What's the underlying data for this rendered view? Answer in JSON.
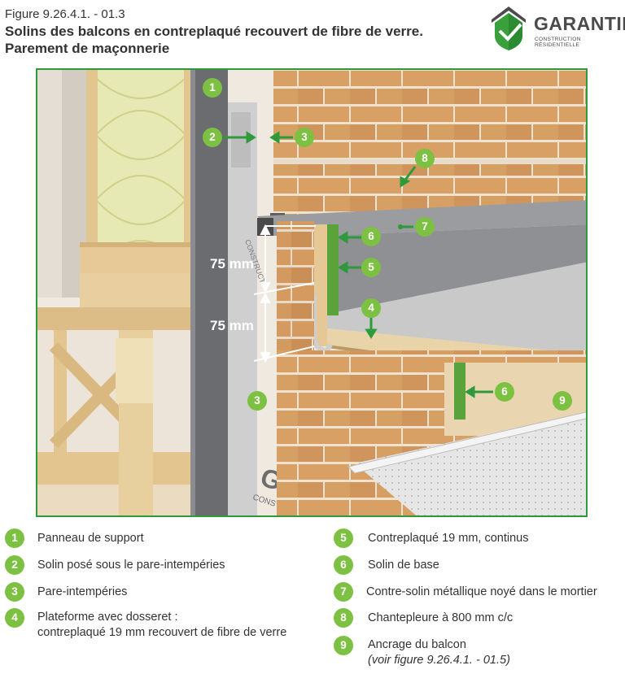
{
  "header": {
    "figure_number": "Figure 9.26.4.1. - 01.3",
    "title_line1": "Solins des balcons en contreplaqué recouvert de fibre de verre.",
    "title_line2": "Parement de maçonnerie"
  },
  "logo": {
    "brand": "GARANTIE",
    "subtitle": "CONSTRUCTION RÉSIDENTIELLE",
    "icon": "house-shield-icon",
    "colors": {
      "green": "#3aa03c",
      "dark": "#4b4b4d"
    }
  },
  "diagram": {
    "dimension_upper": "75 mm",
    "dimension_lower": "75 mm",
    "membrane_print": "GA",
    "membrane_print_small": "CONSTRUCTI",
    "callouts": [
      "1",
      "2",
      "3",
      "3",
      "4",
      "5",
      "6",
      "6",
      "7",
      "8",
      "9"
    ]
  },
  "legend": [
    {
      "num": "1",
      "text": "Panneau de support"
    },
    {
      "num": "2",
      "text": "Solin posé sous le pare-intempéries"
    },
    {
      "num": "3",
      "text": "Pare-intempéries"
    },
    {
      "num": "4",
      "text": "Plateforme avec dosseret :",
      "text2": "contreplaqué 19 mm recouvert de fibre de verre"
    },
    {
      "num": "5",
      "text": "Contreplaqué 19 mm, continus"
    },
    {
      "num": "6",
      "text": "Solin de base"
    },
    {
      "num": "7",
      "text": "Contre-solin métallique noyé dans le mortier"
    },
    {
      "num": "8",
      "text": "Chantepleure à 800 mm c/c"
    },
    {
      "num": "9",
      "text": "Ancrage du balcon",
      "text2": "(voir figure 9.26.4.1. - 01.5)"
    }
  ],
  "colors": {
    "accent_green": "#7cc142",
    "frame_green": "#2e9a3c",
    "brick": "#d9a066",
    "mortar": "#efe3d0",
    "membrane": "#c9c9c9",
    "wood": "#e8c99a"
  }
}
